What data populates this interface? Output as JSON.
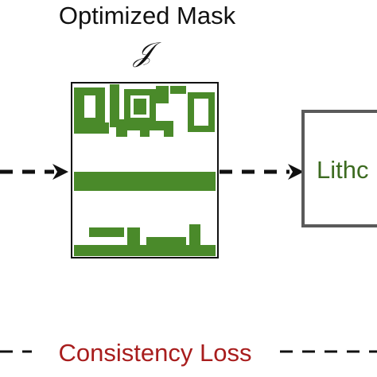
{
  "mask": {
    "title": "Optimized Mask",
    "symbol": "𝒥"
  },
  "lithography": {
    "label": "Lithc"
  },
  "loss": {
    "label": "Consistency Loss"
  },
  "colors": {
    "mask_green": "#4a8a2a",
    "litho_text": "#3d6b21",
    "loss_red": "#a81d1d",
    "box_gray": "#5a5a5a",
    "arrow_black": "#111111"
  }
}
